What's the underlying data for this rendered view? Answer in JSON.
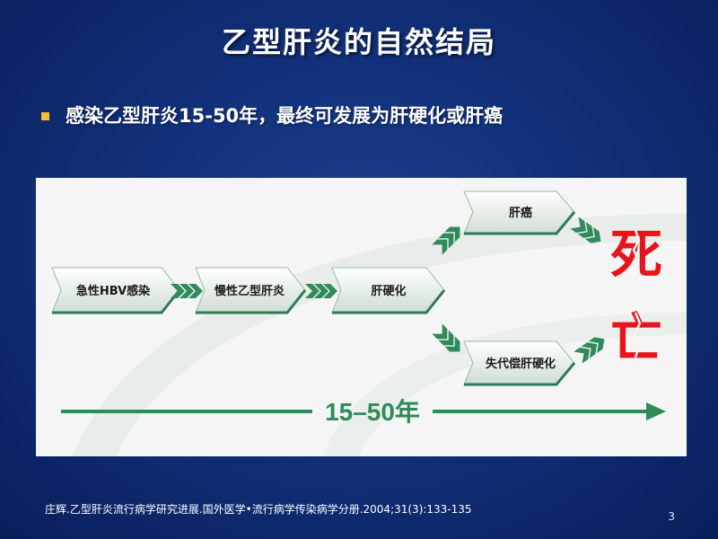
{
  "slide": {
    "title": "乙型肝炎的自然结局",
    "bullet": "感染乙型肝炎15-50年，最终可发展为肝硬化或肝癌",
    "citation": "庄辉.乙型肝炎流行病学研究进展.国外医学•流行病学传染病学分册.2004;31(3):133-135",
    "page_number": "3"
  },
  "diagram": {
    "nodes": {
      "acute": "急性HBV感染",
      "chronic": "慢性乙型肝炎",
      "cirrhosis": "肝硬化",
      "liver_cancer": "肝癌",
      "decompensated": "失代偿肝硬化"
    },
    "death_chars": [
      "死",
      "亡"
    ],
    "timeline_label": "15–50年"
  },
  "colors": {
    "node_fill": "#dfe9e2",
    "node_edge": "#2e7a55",
    "arrow_green": "#2f8a5c",
    "death_red": "#e8141c",
    "bullet_yellow": "#f2c230"
  }
}
